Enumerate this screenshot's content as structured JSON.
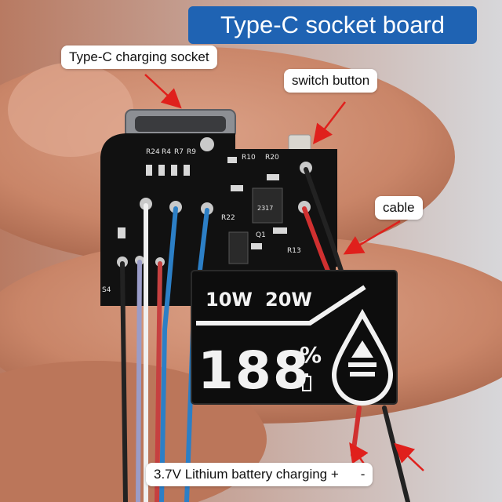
{
  "title": "Type-C socket board",
  "labels": {
    "socket": "Type-C charging socket",
    "switch": "switch button",
    "cable": "cable",
    "battery": "3.7V Lithium battery charging +",
    "battery_minus": "-"
  },
  "display": {
    "power_low": "10W",
    "power_high": "20W",
    "digits": "188",
    "percent": "%"
  },
  "silkscreen": {
    "r24": "R24",
    "r4": "R4",
    "r7": "R7",
    "r9": "R9",
    "r10": "R10",
    "r20": "R20",
    "r22": "R22",
    "r13": "R13",
    "q1": "Q1",
    "s4": "S4",
    "chip": "2317"
  },
  "colors": {
    "banner": "#1f63b3",
    "arrow": "#e0201c",
    "pcb": "#111111",
    "skin": "#c98a6e"
  }
}
